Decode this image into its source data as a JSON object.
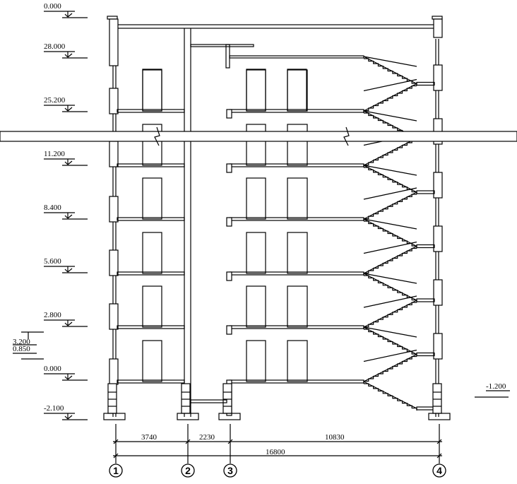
{
  "drawing": {
    "title": "Building cross-section",
    "line_color": "#000000",
    "background": "#ffffff"
  },
  "levels": {
    "roof": "0.000",
    "top_floor": "28.000",
    "floor_25": "25.200",
    "floor_11": "11.200",
    "floor_8": "8.400",
    "floor_5": "5.600",
    "floor_2": "2.800",
    "window_top": "3.200",
    "window_sill": "0.850",
    "ground": "0.000",
    "foundation": "-2.100",
    "exterior_ground": "-1.200"
  },
  "dimensions": {
    "span_1_2": "3740",
    "span_2_3": "2230",
    "span_3_4": "10830",
    "total": "16800"
  },
  "axes": [
    "1",
    "2",
    "3",
    "4"
  ]
}
